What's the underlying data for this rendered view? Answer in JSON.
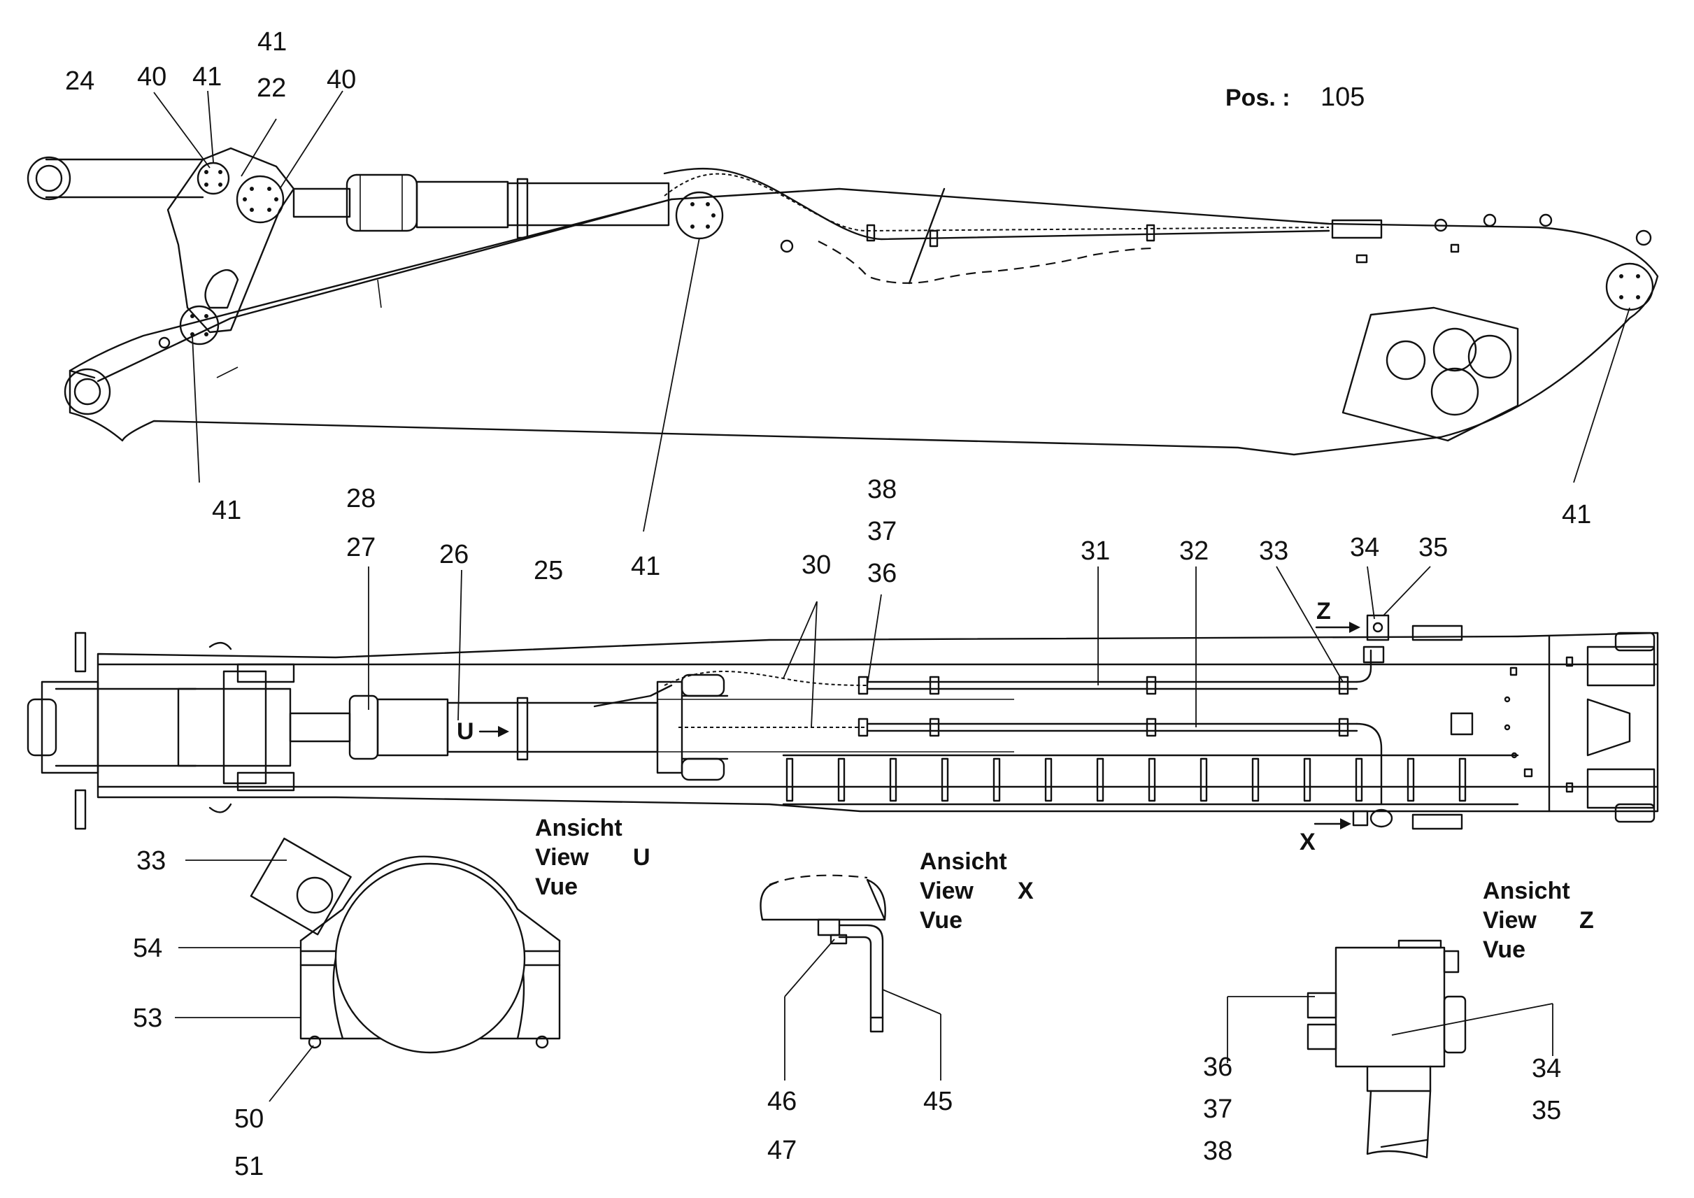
{
  "position": {
    "label": "Pos. :",
    "value": "105"
  },
  "callouts": {
    "top": [
      "41",
      "24",
      "40",
      "41",
      "22",
      "40",
      "41",
      "25",
      "41",
      "41"
    ],
    "plan": [
      "28",
      "27",
      "26",
      "38",
      "37",
      "36",
      "30",
      "31",
      "32",
      "33",
      "34",
      "35"
    ],
    "view_u": [
      "33",
      "54",
      "53",
      "50",
      "51"
    ],
    "view_x": [
      "46",
      "47",
      "45"
    ],
    "view_z": [
      "36",
      "37",
      "38",
      "34",
      "35"
    ]
  },
  "view_markers": {
    "u": "U",
    "x": "X",
    "z": "Z"
  },
  "views": {
    "u": {
      "line1": "Ansicht",
      "line2": "View",
      "line3": "Vue",
      "letter": "U"
    },
    "x": {
      "line1": "Ansicht",
      "line2": "View",
      "line3": "Vue",
      "letter": "X"
    },
    "z": {
      "line1": "Ansicht",
      "line2": "View",
      "line3": "Vue",
      "letter": "Z"
    }
  }
}
